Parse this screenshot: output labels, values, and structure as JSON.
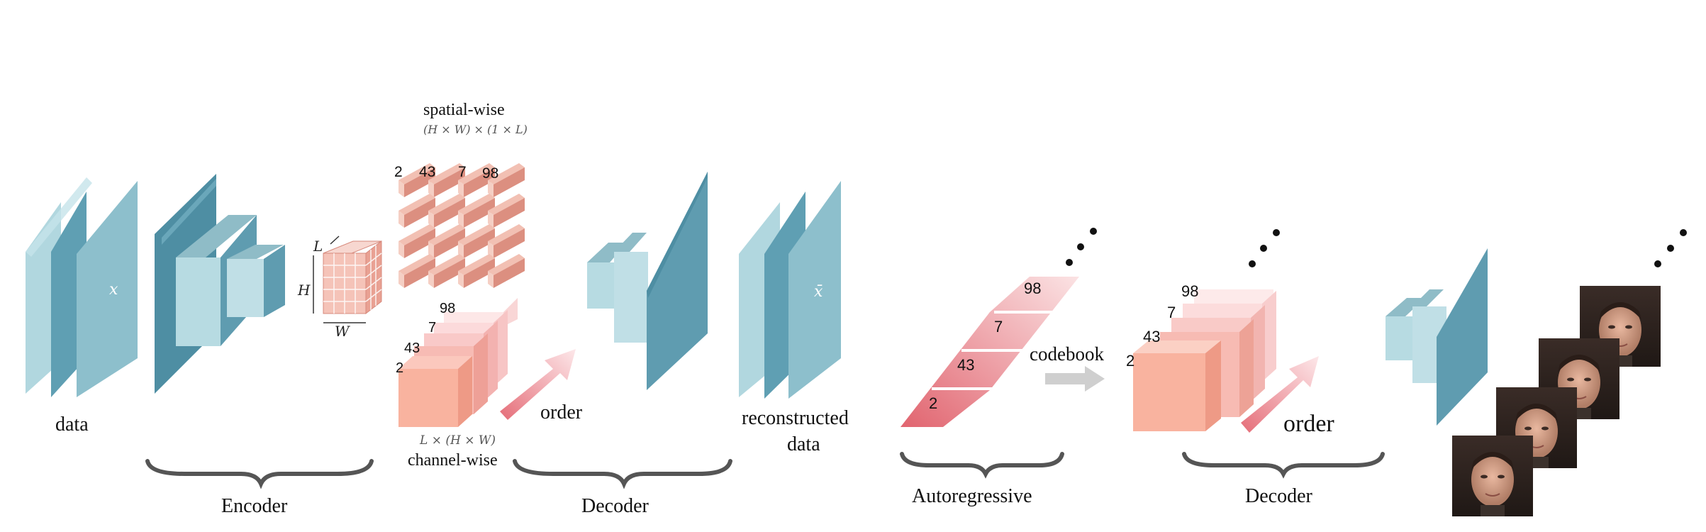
{
  "labels": {
    "data": "data",
    "x": "x",
    "x_hat": "x̄",
    "spatial_wise": "spatial-wise",
    "spatial_formula": "(H × W) × (1 × L)",
    "channel_wise": "channel-wise",
    "channel_formula": "L × (H × W)",
    "order_1": "order",
    "order_2": "order",
    "reconstructed_1": "reconstructed",
    "reconstructed_2": "data",
    "codebook": "codebook",
    "encoder": "Encoder",
    "decoder_1": "Decoder",
    "autoregressive": "Autoregressive",
    "decoder_2": "Decoder",
    "dim_L": "L",
    "dim_H": "H",
    "dim_W": "W",
    "ellipsis": "..."
  },
  "spatial_tokens": [
    "2",
    "43",
    "7",
    "98"
  ],
  "channel_tokens": [
    "98",
    "7",
    "43",
    "2"
  ],
  "ar_tokens": [
    "98",
    "7",
    "43",
    "2"
  ],
  "decoder2_tokens": [
    "98",
    "7",
    "43",
    "2"
  ],
  "colors": {
    "teal_light": "#a8d3dc",
    "teal_mid": "#6aa7ba",
    "teal_dark": "#4e8ea3",
    "salmon": "#f7a99a",
    "pink": "#e97f88",
    "grey_arrow": "#cfcfcf"
  },
  "icons": [
    "face-portrait-icon"
  ]
}
